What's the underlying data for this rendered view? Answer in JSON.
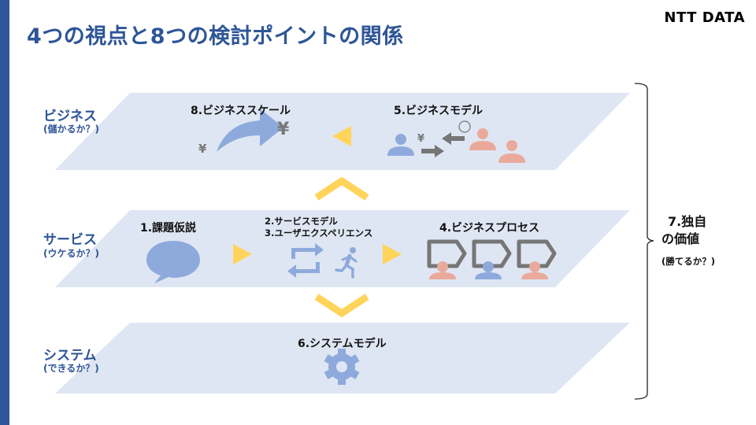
{
  "header": {
    "title": "4つの視点と8つの検討ポイントの関係",
    "logo": "NTT DATA"
  },
  "colors": {
    "accent": "#2e5597",
    "band": "#dfe6f3",
    "icon_blue": "#8eaadc",
    "icon_pink": "#eaaa9b",
    "arrow_yellow": "#ffd45a",
    "gray": "#767676"
  },
  "layers": [
    {
      "name": "ビジネス",
      "question": "(儲かるか？)"
    },
    {
      "name": "サービス",
      "question": "(ウケるか？)"
    },
    {
      "name": "システム",
      "question": "(できるか？)"
    }
  ],
  "points": {
    "p8": "8.ビジネススケール",
    "p5": "5.ビジネスモデル",
    "p1": "1.課題仮説",
    "p2": "2.サービスモデル",
    "p3": "3.ユーザエクスペリエンス",
    "p4": "4.ビジネスプロセス",
    "p6": "6.システムモデル"
  },
  "unique_value": {
    "line1": "7.独自",
    "line2": "の価値",
    "question": "(勝てるか？)"
  },
  "symbols": {
    "yen": "¥",
    "circle": "○"
  }
}
